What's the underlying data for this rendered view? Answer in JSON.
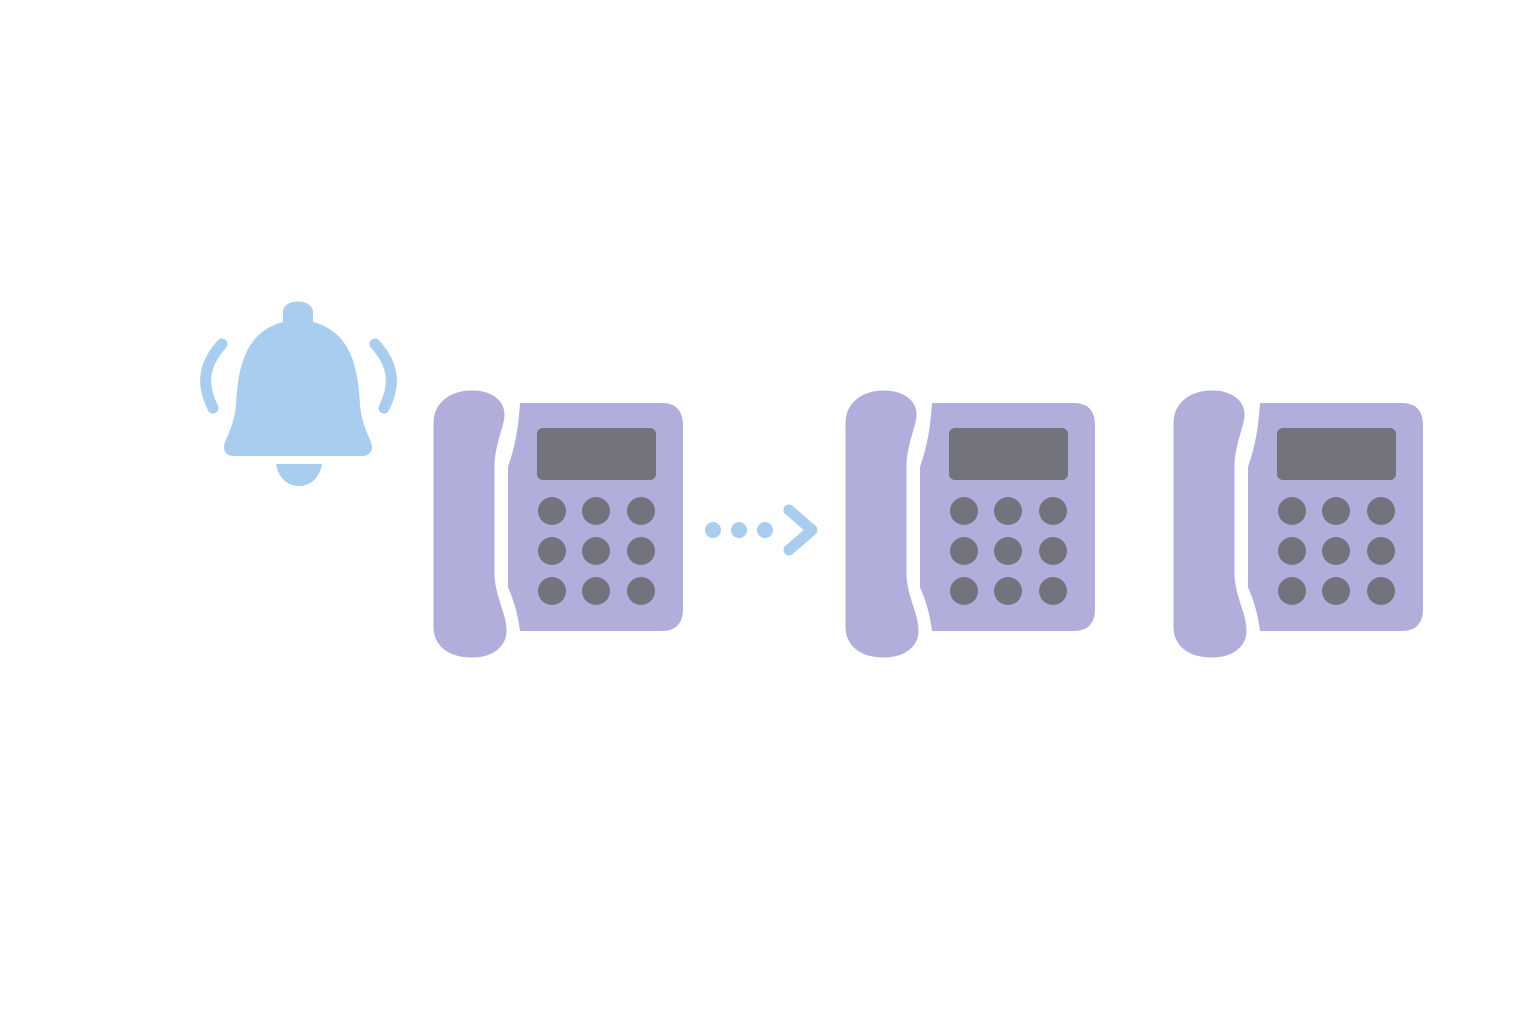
{
  "diagram": {
    "description_free": true,
    "icons": {
      "alert": "ringing-bell-icon",
      "device": "desk-phone-icon",
      "connector": "dotted-arrow-icon"
    },
    "nodes": [
      {
        "id": "bell",
        "icon": "ringing-bell-icon"
      },
      {
        "id": "phone-source",
        "icon": "desk-phone-icon"
      },
      {
        "id": "phone-target-1",
        "icon": "desk-phone-icon"
      },
      {
        "id": "phone-target-2",
        "icon": "desk-phone-icon"
      }
    ],
    "edges": [
      {
        "from": "phone-source",
        "to": "phone-target-1",
        "style": "dotted-arrow"
      }
    ],
    "colors": {
      "background": "#ffffff",
      "bell": "#a8cdee",
      "arrow": "#a8cdee",
      "phone_body": "#b1aedc",
      "phone_gap": "#ffffff",
      "display": "#72737d",
      "keys": "#72737d"
    }
  }
}
